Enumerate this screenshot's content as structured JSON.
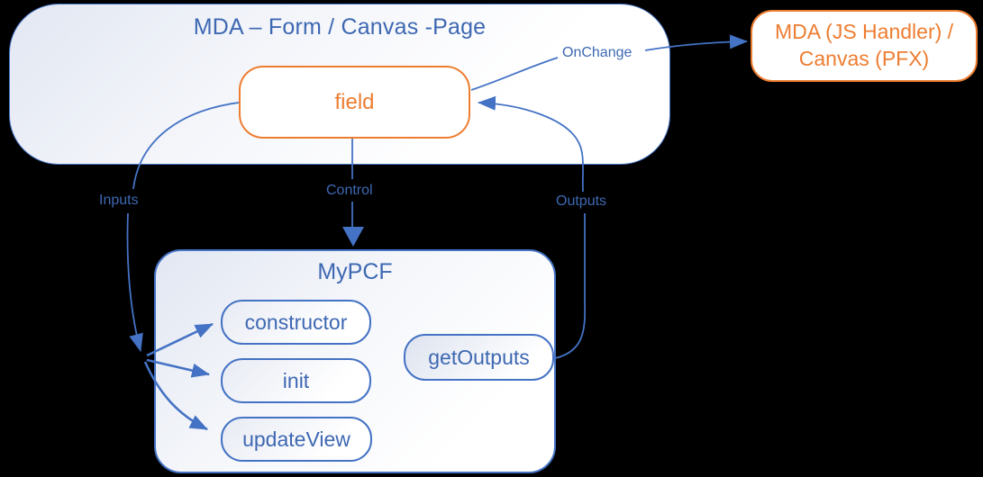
{
  "diagram": {
    "colors": {
      "connector_blue": "#4472C4",
      "text_blue": "#3e68b2",
      "accent_orange": "#ED7D31",
      "background": "#000000"
    },
    "mda_container": {
      "title": "MDA – Form / Canvas -Page"
    },
    "field_box": {
      "label": "field"
    },
    "handler_box": {
      "line1": "MDA (JS Handler) /",
      "line2": "Canvas (PFX)"
    },
    "pcf_container": {
      "title": "MyPCF",
      "methods": [
        "constructor",
        "init",
        "updateView"
      ],
      "output_method": "getOutputs"
    },
    "edge_labels": {
      "onchange": "OnChange",
      "inputs": "Inputs",
      "control": "Control",
      "outputs": "Outputs"
    }
  }
}
